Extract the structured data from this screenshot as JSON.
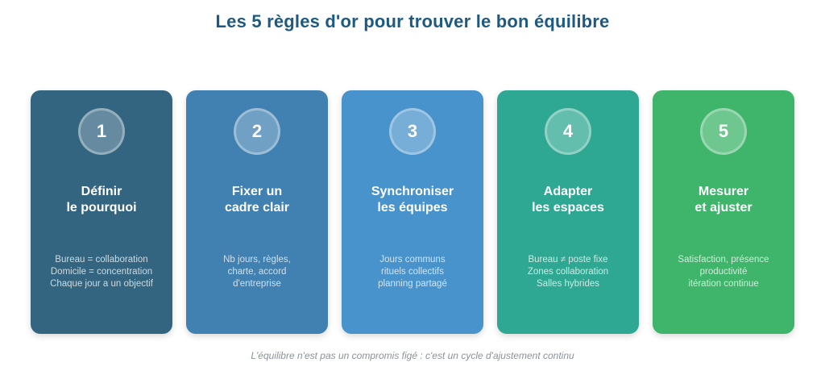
{
  "title": "Les 5 règles d'or pour trouver le bon équilibre",
  "footer": "L'équilibre n'est pas un compromis figé : c'est un cycle d'ajustement continu",
  "colors": {
    "title_text": "#1e5a80",
    "footer_text": "#8b9299",
    "card_text": "#ffffff"
  },
  "cards": [
    {
      "number": "1",
      "title": "Définir\nle pourquoi",
      "description": "Bureau = collaboration\nDomicile = concentration\nChaque jour a un objectif",
      "color": "#336580"
    },
    {
      "number": "2",
      "title": "Fixer un\ncadre clair",
      "description": "Nb jours, règles,\ncharte, accord\nd'entreprise",
      "color": "#4181b1"
    },
    {
      "number": "3",
      "title": "Synchroniser\nles équipes",
      "description": "Jours communs\nrituels collectifs\nplanning partagé",
      "color": "#4893cb"
    },
    {
      "number": "4",
      "title": "Adapter\nles espaces",
      "description": "Bureau ≠ poste fixe\nZones collaboration\nSalles hybrides",
      "color": "#2fa893"
    },
    {
      "number": "5",
      "title": "Mesurer\net ajuster",
      "description": "Satisfaction, présence\nproductivité\nitération continue",
      "color": "#3fb46b"
    }
  ]
}
